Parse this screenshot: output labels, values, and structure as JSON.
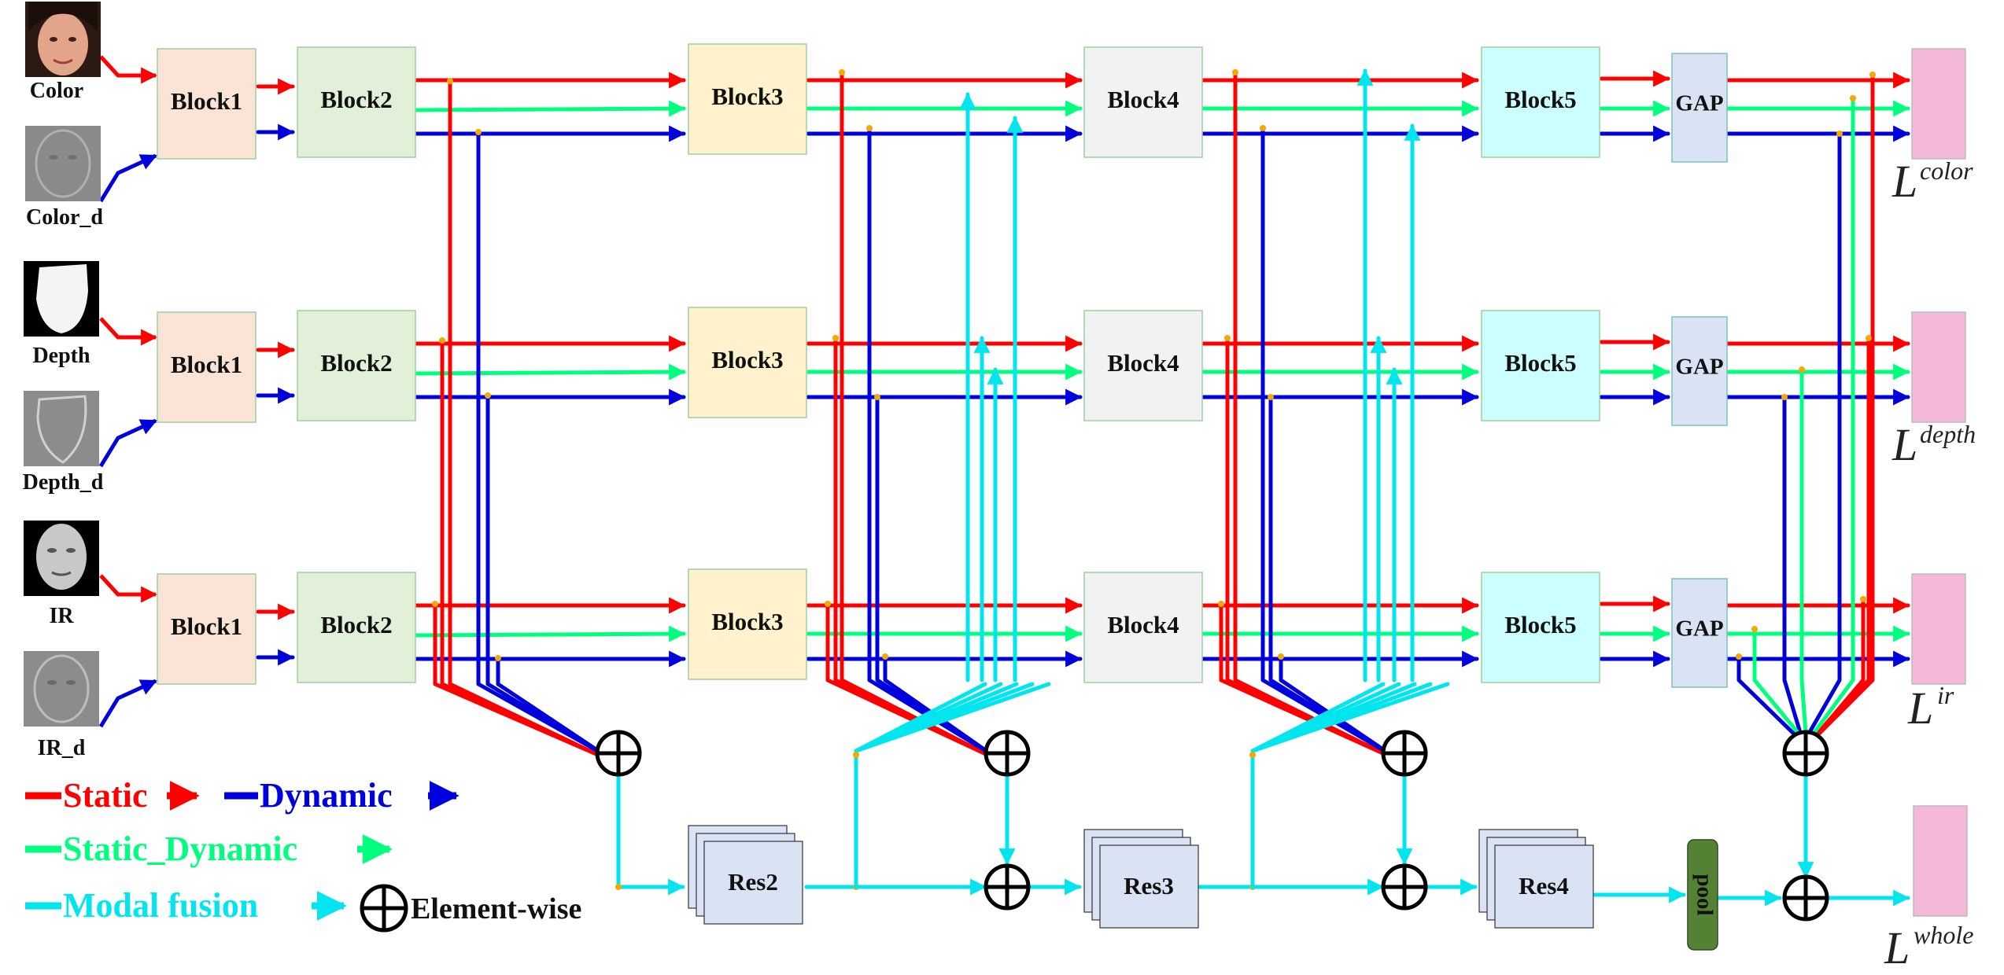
{
  "inputs": [
    {
      "label": "Color"
    },
    {
      "label": "Color_d"
    },
    {
      "label": "Depth"
    },
    {
      "label": "Depth_d"
    },
    {
      "label": "IR"
    },
    {
      "label": "IR_d"
    }
  ],
  "blocks": {
    "block1": "Block1",
    "block2": "Block2",
    "block3": "Block3",
    "block4": "Block4",
    "block5": "Block5",
    "gap": "GAP"
  },
  "fusion": {
    "res2": "Res2",
    "res3": "Res3",
    "res4": "Res4",
    "pool": "pool"
  },
  "losses": {
    "symbol": "L",
    "color": "color",
    "depth": "depth",
    "ir": "ir",
    "whole": "whole"
  },
  "legend": {
    "static": "Static",
    "dynamic": "Dynamic",
    "static_dynamic": "Static_Dynamic",
    "modal_fusion": "Modal fusion",
    "element_wise": "Element-wise"
  },
  "colors": {
    "static": "#ff0000",
    "dynamic": "#0000dd",
    "static_dynamic": "#00ff7f",
    "modal_fusion": "#00e5ee",
    "block1": "#fbe4d5",
    "block2": "#e2efd9",
    "block3": "#fff2cc",
    "block4": "#f2f2f2",
    "block5": "#ccffff",
    "gap": "#dae3f3",
    "res": "#dae3f3",
    "pool": "#548235",
    "loss": "#f4b8d8"
  }
}
